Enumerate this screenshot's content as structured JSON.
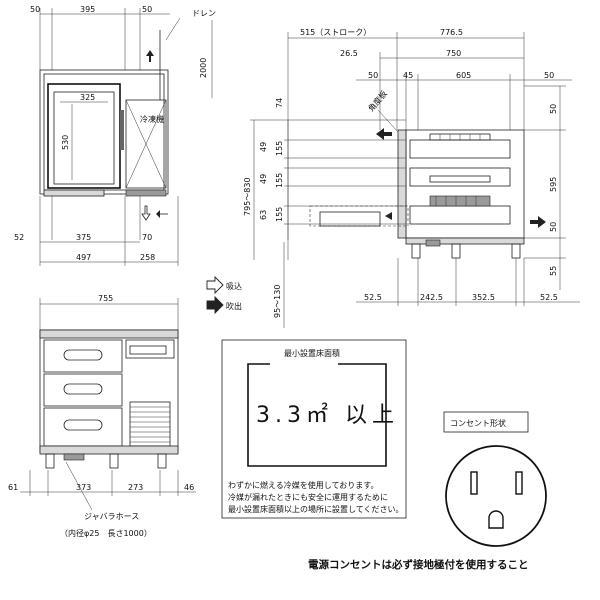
{
  "front_view": {
    "dims_top": [
      "50",
      "395",
      "50"
    ],
    "label_drain": "ドレン",
    "dim_height": "2000",
    "dim_inner_width": "325",
    "dim_inner_height": "530",
    "label_refrigeration_unit": "冷凍機",
    "dims_bottom_row1": [
      "52",
      "375",
      "70"
    ],
    "dims_bottom_row2": [
      "497",
      "258"
    ]
  },
  "side_view": {
    "dim_stroke": "515（ストローク）",
    "dim_total": "776.5",
    "dim_offset": "26.5",
    "dim_depth": "750",
    "dims_row": [
      "50",
      "45",
      "605",
      "50"
    ],
    "label_angle": "角度板",
    "dims_left": [
      "74",
      "49",
      "155",
      "49",
      "155",
      "63",
      "155"
    ],
    "dim_height_range": "795～830",
    "dims_right": [
      "50",
      "595",
      "50",
      "55"
    ],
    "dim_leg_range": "95～130",
    "dims_bottom": [
      "52.5",
      "242.5",
      "352.5",
      "52.5"
    ]
  },
  "legend": {
    "intake": "吸込",
    "exhaust": "吹出"
  },
  "elevation_view": {
    "dim_width": "755",
    "dims_bottom": [
      "61",
      "373",
      "273",
      "46"
    ],
    "label_hose": "ジャバラホース",
    "label_hose_spec": "（内径φ25　長さ1000）"
  },
  "min_area_box": {
    "title": "最小設置床面積",
    "area_value": "3.3㎡ 以上",
    "note_lines": [
      "わずかに燃える冷媒を使用しております。",
      "冷媒が漏れたときにも安全に運用するために",
      "最小設置床面積以上の場所に設置してください。"
    ]
  },
  "outlet": {
    "title": "コンセント形状"
  },
  "bottom_note": "電源コンセントは必ず接地極付を使用すること"
}
